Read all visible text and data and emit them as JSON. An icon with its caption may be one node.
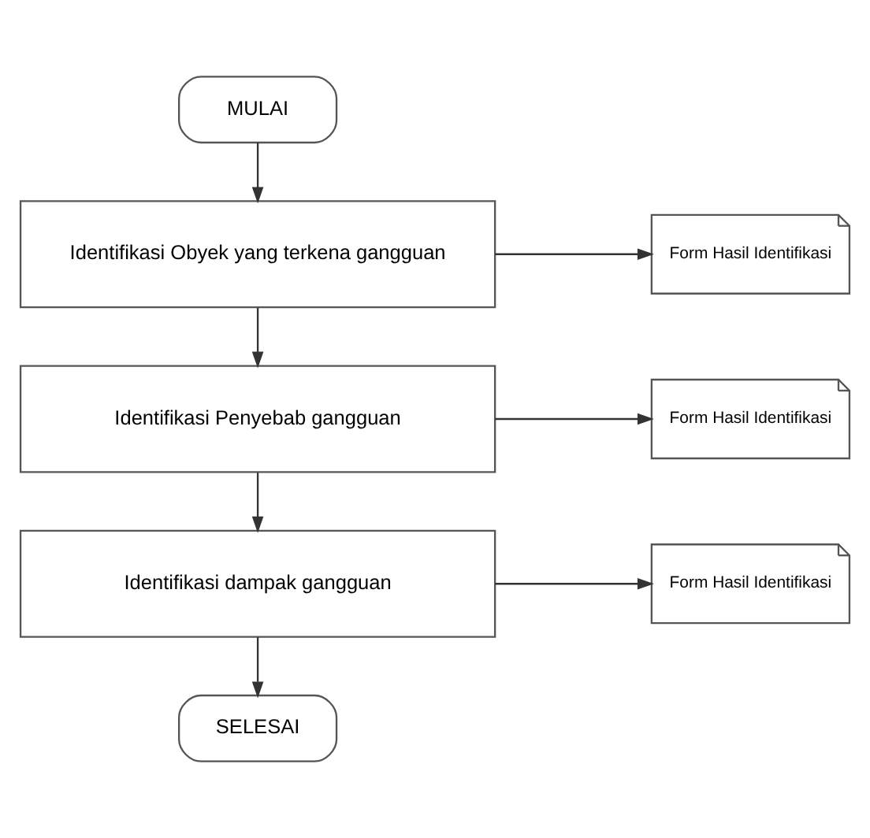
{
  "diagram": {
    "nodes": [
      {
        "text": [
          "MULAI"
        ]
      },
      {
        "text": [
          "Identifikasi Obyek yang terkena gangguan"
        ]
      },
      {
        "text": [
          "Form Hasil Identifikasi"
        ]
      },
      {
        "text": [
          "Identifikasi Penyebab gangguan"
        ]
      },
      {
        "text": [
          "Form Hasil Identifikasi"
        ]
      },
      {
        "text": [
          "Identifikasi dampak gangguan"
        ]
      },
      {
        "text": [
          "Form Hasil Identifikasi"
        ]
      },
      {
        "text": [
          "SELESAI"
        ]
      }
    ],
    "edges": [
      {
        "from": 0,
        "to": 1,
        "arrow": "to"
      },
      {
        "from": 1,
        "to": 2,
        "arrow": "to"
      },
      {
        "from": 1,
        "to": 3,
        "arrow": "to"
      },
      {
        "from": 3,
        "to": 4,
        "arrow": "to"
      },
      {
        "from": 3,
        "to": 5,
        "arrow": "to"
      },
      {
        "from": 5,
        "to": 6,
        "arrow": "to"
      },
      {
        "from": 5,
        "to": 7,
        "arrow": "to"
      }
    ]
  }
}
